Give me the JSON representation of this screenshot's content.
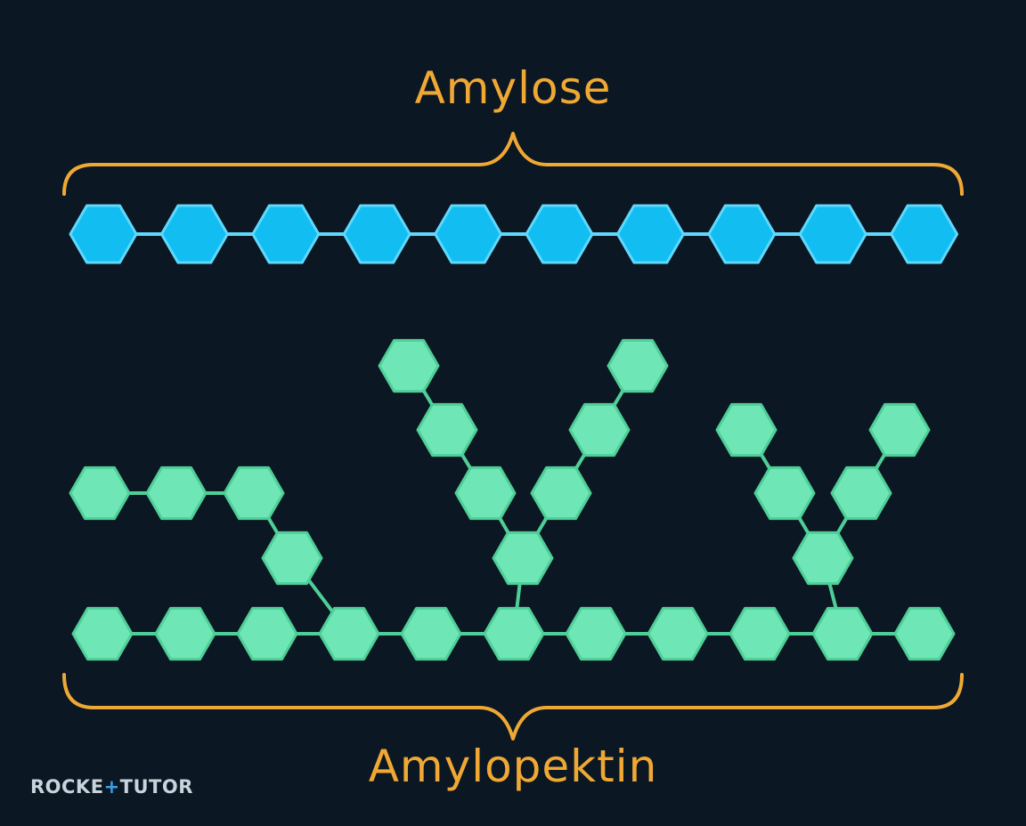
{
  "diagram": {
    "top_label": "Amylose",
    "bottom_label": "Amylopektin"
  },
  "logo": {
    "text_left": "ROCKE",
    "text_plus": "+",
    "text_right": "TUTOR"
  },
  "colors": {
    "background": "#0b1722",
    "label": "#f0a834",
    "amylose_fill": "#12bdf2",
    "amylose_stroke": "#5fd8fb",
    "amylopektin_fill": "#6fe6b6",
    "amylopektin_stroke": "#4fcf98",
    "logo_text": "#c9d3dc",
    "logo_accent": "#3aa0e8"
  },
  "structure": {
    "amylose_units": 10,
    "amylopektin_main_chain_units": 11,
    "amylopektin_branch_count": 5
  }
}
